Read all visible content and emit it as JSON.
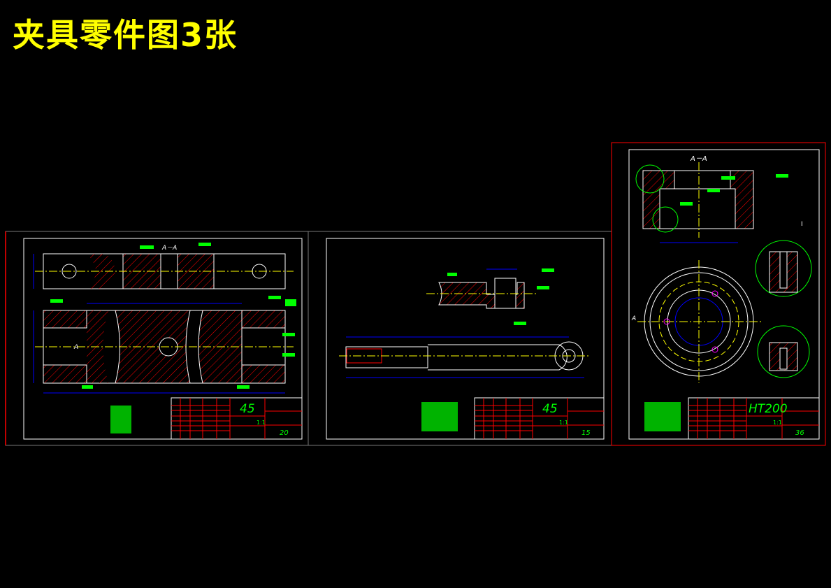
{
  "title": "夹具零件图3张",
  "colors": {
    "background": "#000000",
    "title": "#ffff00",
    "outline": "#ffffff",
    "hatch": "#ff0000",
    "centerline": "#ffff00",
    "dimension": "#0000ff",
    "annotation": "#00ff00",
    "sheet_border": "#ff0000"
  },
  "sheets": [
    {
      "material": "45",
      "scale": "1:1",
      "number": "20",
      "section_label": "A－A",
      "view_label": "A"
    },
    {
      "material": "45",
      "scale": "1:1",
      "number": "15"
    },
    {
      "material": "HT200",
      "scale": "1:1",
      "number": "36",
      "section_label": "A－A",
      "view_label": "A",
      "detail_label": "I"
    }
  ]
}
